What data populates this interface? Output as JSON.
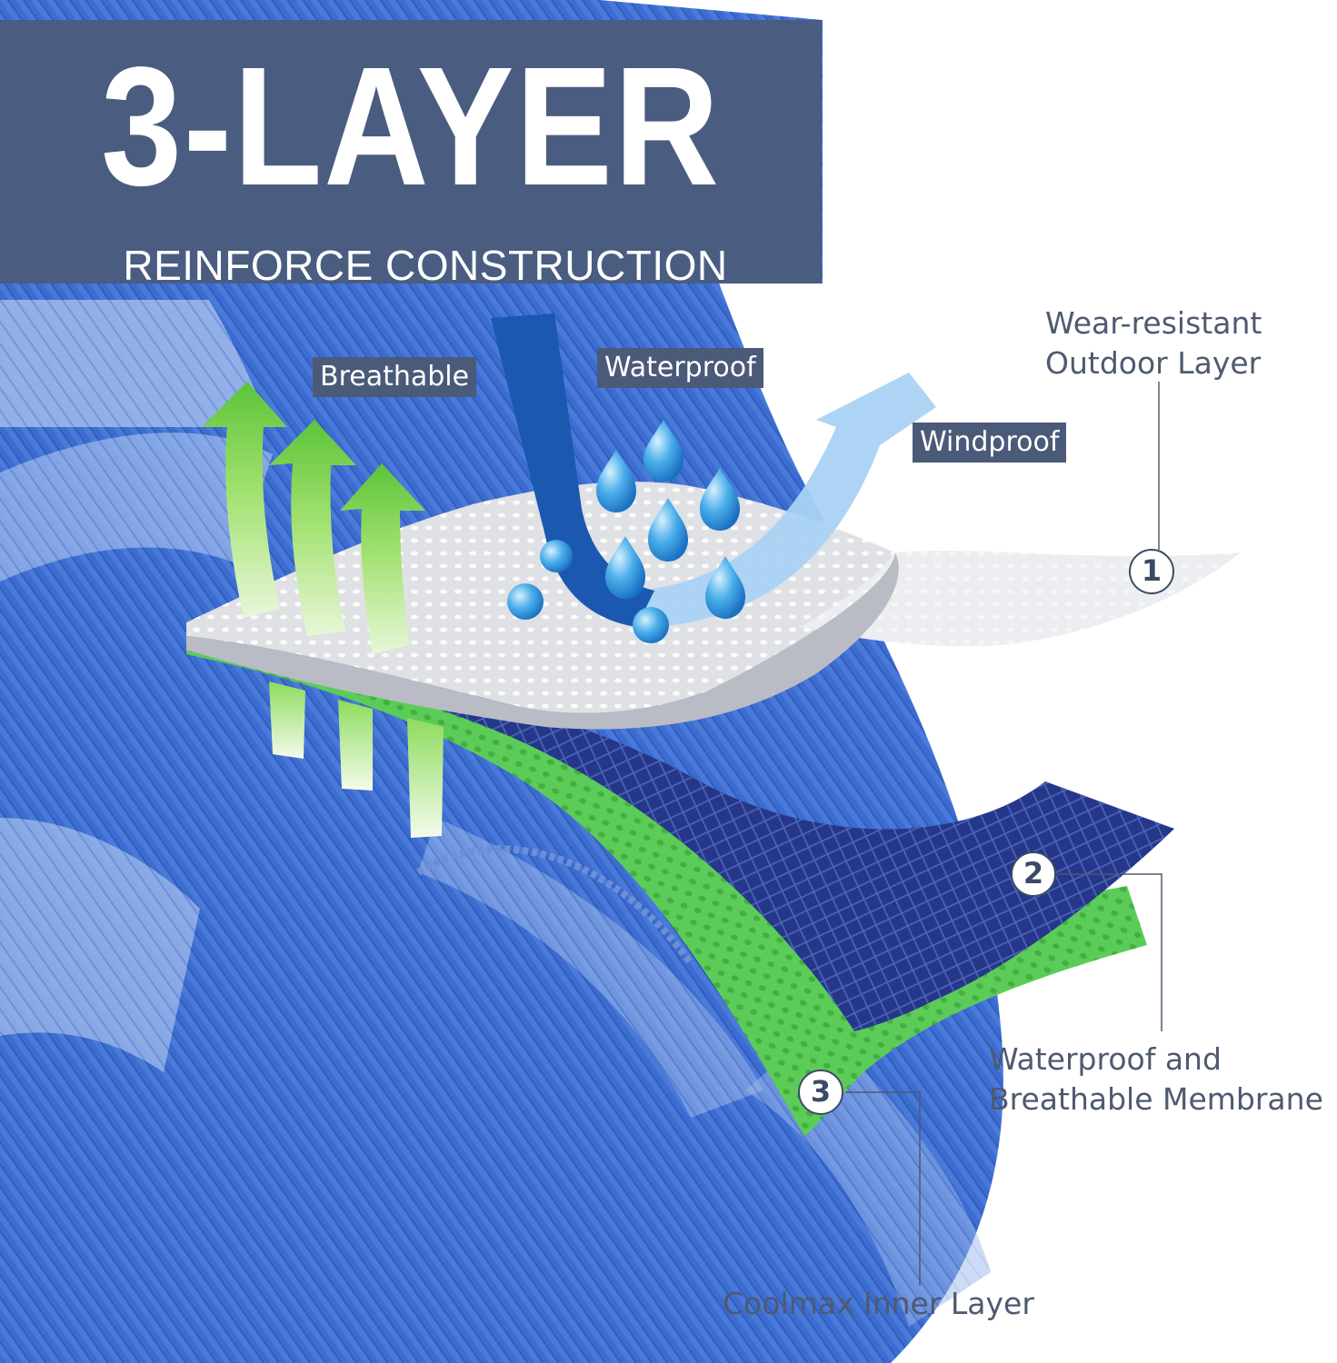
{
  "header": {
    "title": "3-LAYER",
    "subtitle": "REINFORCE CONSTRUCTION"
  },
  "features": {
    "breathable": "Breathable",
    "waterproof": "Waterproof",
    "windproof": "Windproof"
  },
  "layers": [
    {
      "number": "1",
      "label_line1": "Wear-resistant",
      "label_line2": "Outdoor Layer"
    },
    {
      "number": "2",
      "label_line1": "Waterproof and",
      "label_line2": "Breathable Membrane"
    },
    {
      "number": "3",
      "label_line1": "Coolmax Inner Layer"
    }
  ],
  "colors": {
    "banner": "#4a5d80",
    "sock_blue": "#3f6fd0",
    "outer_layer": "#e2e4e8",
    "membrane": "#26378a",
    "inner_layer": "#5fcf5c",
    "arrow_green": "#7fd64d",
    "water_drop": "#3a9ee0",
    "wind_arrow": "#a9d2f3",
    "callout_text": "#4e5a70"
  }
}
